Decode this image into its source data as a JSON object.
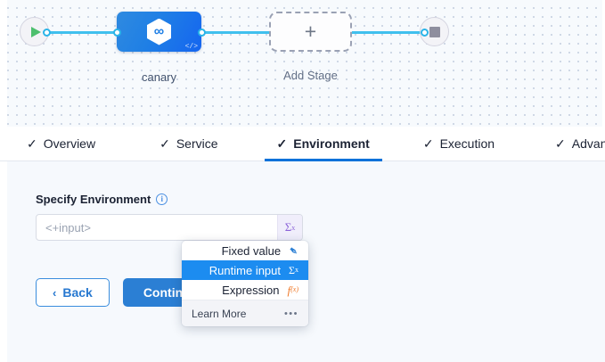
{
  "pipeline": {
    "start_node": {
      "icon": "play-icon"
    },
    "end_node": {
      "icon": "stop-icon"
    },
    "stages": [
      {
        "label": "canary",
        "icon": "hexagon-infinity-icon",
        "badge": "</>",
        "glyph": "∞"
      },
      {
        "label": "Add Stage",
        "icon": "plus-icon",
        "glyph": "+"
      }
    ]
  },
  "tabs": [
    {
      "label": "Overview",
      "check": "✓",
      "active": false
    },
    {
      "label": "Service",
      "check": "✓",
      "active": false
    },
    {
      "label": "Environment",
      "check": "✓",
      "active": true
    },
    {
      "label": "Execution",
      "check": "✓",
      "active": false
    },
    {
      "label": "Advanced",
      "check": "✓",
      "active": false
    }
  ],
  "form": {
    "label": "Specify Environment",
    "info_icon": "i",
    "input": {
      "value": "",
      "placeholder": "<+input>",
      "adornment_icon": "sigma-x-icon",
      "adornment_glyph": "Σ",
      "adornment_sup": "x"
    },
    "back_label": "Back",
    "back_icon": "‹",
    "continue_label": "Continue"
  },
  "dropdown": {
    "items": [
      {
        "label": "Fixed value",
        "icon": "pin-icon",
        "glyph": "✒",
        "selected": false
      },
      {
        "label": "Runtime input",
        "icon": "sigma-x-icon",
        "glyph": "Σ",
        "sup": "x",
        "selected": true
      },
      {
        "label": "Expression",
        "icon": "fx-icon",
        "glyph": "f",
        "sub": "(x)",
        "selected": false
      }
    ],
    "footer_label": "Learn More",
    "footer_icon": "ellipsis-icon",
    "footer_glyph": "•••"
  },
  "colors": {
    "accent_blue": "#1c8cf0",
    "primary_button": "#2b7fd4",
    "wire": "#40c0ee",
    "stage_blue": "#1f7fe5",
    "sigma_purple": "#8b63d8",
    "fx_orange": "#f07a2a",
    "canvas_bg": "#f7fafd",
    "form_bg": "#f6f9fd",
    "play_green": "#4dbf6e"
  }
}
